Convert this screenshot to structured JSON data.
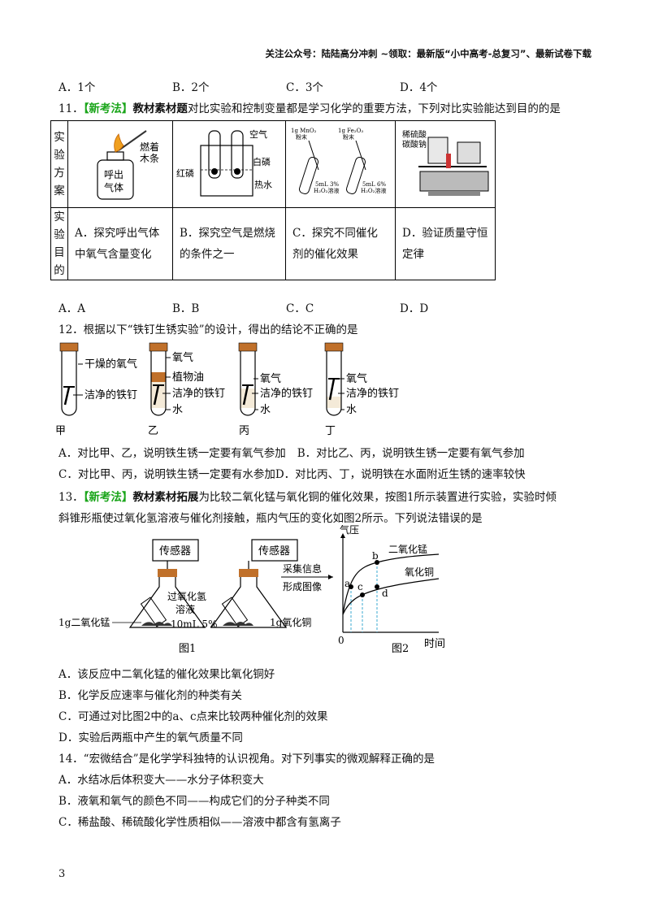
{
  "header": "关注公众号：陆陆高分冲刺  ~领取：最新版“小中高考-总复习”、最新试卷下载",
  "q10_options": [
    "A．1个",
    "B．2个",
    "C．3个",
    "D．4个"
  ],
  "q11": {
    "number": "11．",
    "tag": "【新考法】",
    "topic": "教材素材题",
    "stem": "对比实验和控制变量都是学习化学的重要方法，下列对比实验能达到目的的是",
    "row_head_scheme": [
      "实",
      "验",
      "方",
      "案"
    ],
    "row_head_purpose": [
      "实",
      "验",
      "目",
      "的"
    ],
    "img1": {
      "l1": "燃着",
      "l2": "木条",
      "l3": "呼出",
      "l4": "气体"
    },
    "img2": {
      "l1": "空气",
      "l2": "白磷",
      "l3": "红磷",
      "l4": "热水"
    },
    "img3": {
      "l1": "1g MnO₂",
      "l2": "粉末",
      "l3": "1g Fe₂O₃",
      "l4": "粉末",
      "l5": "5mL 3%",
      "l6": "H₂O₂溶液",
      "l7": "5mL 6%",
      "l8": "H₂O₂溶液"
    },
    "img4": {
      "l1": "稀硫酸",
      "l2": "碳酸钠"
    },
    "purposes": [
      "A．探究呼出气体中氧气含量变化",
      "B．探究空气是燃烧的条件之一",
      "C．探究不同催化剂的催化效果",
      "D．验证质量守恒定律"
    ],
    "options": [
      "A．A",
      "B．B",
      "C．C",
      "D．D"
    ]
  },
  "q12": {
    "stem": "12．根据以下“铁钉生锈实验”的设计，得出的结论不正确的是",
    "labels": {
      "dry_oxygen": "干燥的氧气",
      "clean_nail": "洁净的铁钉",
      "oxygen": "氧气",
      "oil": "植物油",
      "water": "水"
    },
    "tubes": [
      "甲",
      "乙",
      "丙",
      "丁"
    ],
    "optA": "A．对比甲、乙，说明铁生锈一定要有氧气参加",
    "optB": "B．对比乙、丙，说明铁生锈一定要有氧气参加",
    "optC": "C．对比甲、丙，说明铁生锈一定要有水参加",
    "optD": "D．对比丙、丁，说明铁在水面附近生锈的速率较快"
  },
  "q13": {
    "number": "13．",
    "tag": "【新考法】",
    "topic": "教材素材拓展",
    "stem1": "为比较二氧化锰与氧化铜的催化效果，按图1所示装置进行实验，实验时倾",
    "stem2": "斜锥形瓶使过氧化氢溶液与催化剂接触，瓶内气压的变化如图2所示。下列说法错误的是",
    "fig": {
      "sensor": "传感器",
      "h2o2_1": "过氧化氢",
      "h2o2_2": "溶液",
      "h2o2_3": "10mL 5%",
      "mno2": "1g二氧化锰",
      "cuo": "1g氧化铜",
      "fig1": "图1",
      "collect1": "采集信息",
      "collect2": "形成图像",
      "ylabel": "气压",
      "xlabel": "时间",
      "origin": "0",
      "fig2": "图2",
      "curve1": "二氧化锰",
      "curve2": "氧化铜",
      "pa": "a",
      "pb": "b",
      "pc": "c",
      "pd": "d"
    },
    "options": [
      "A．该反应中二氧化锰的催化效果比氧化铜好",
      "B．化学反应速率与催化剂的种类有关",
      "C．可通过对比图2中的a、c点来比较两种催化剂的效果",
      "D．实验后两瓶中产生的氧气质量不同"
    ]
  },
  "q14": {
    "stem": "14．“宏微结合”是化学学科独特的认识视角。对下列事实的微观解释正确的是",
    "options": [
      "A．水结冰后体积变大——水分子体积变大",
      "B．液氧和氧气的颜色不同——构成它们的分子种类不同",
      "C．稀盐酸、稀硫酸化学性质相似——溶液中都含有氢离子"
    ]
  },
  "page_number": "3"
}
